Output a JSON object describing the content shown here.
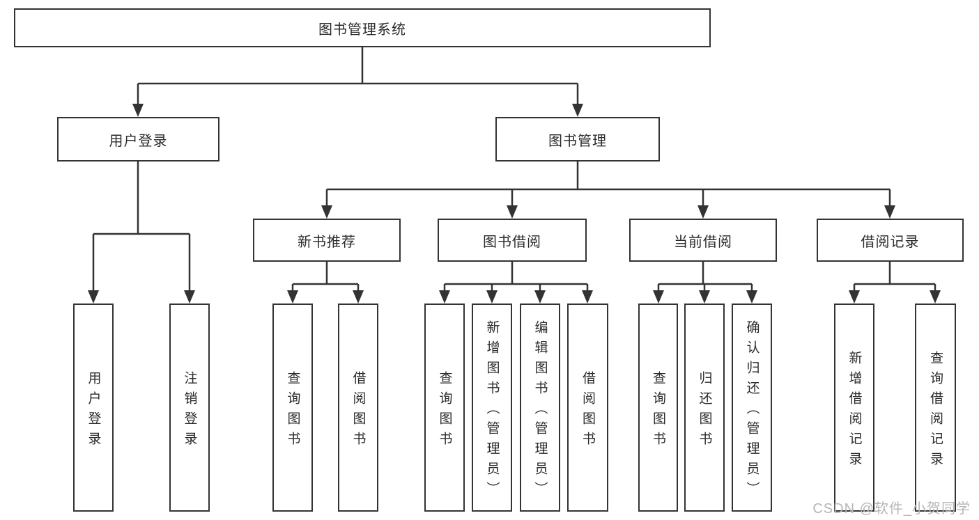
{
  "tree": {
    "root": {
      "label": "图书管理系统"
    },
    "children": [
      {
        "label": "用户登录",
        "children": [
          {
            "label": "用户登录"
          },
          {
            "label": "注销登录"
          }
        ]
      },
      {
        "label": "图书管理",
        "children": [
          {
            "label": "新书推荐",
            "children": [
              {
                "label": "查询图书"
              },
              {
                "label": "借阅图书"
              }
            ]
          },
          {
            "label": "图书借阅",
            "children": [
              {
                "label": "查询图书"
              },
              {
                "label": "新增图书（管理员）"
              },
              {
                "label": "编辑图书（管理员）"
              },
              {
                "label": "借阅图书"
              }
            ]
          },
          {
            "label": "当前借阅",
            "children": [
              {
                "label": "查询图书"
              },
              {
                "label": "归还图书"
              },
              {
                "label": "确认归还（管理员）"
              }
            ]
          },
          {
            "label": "借阅记录",
            "children": [
              {
                "label": "新增借阅记录"
              },
              {
                "label": "查询借阅记录"
              }
            ]
          }
        ]
      }
    ]
  },
  "watermark": "CSDN @软件_小贺同学",
  "colors": {
    "line": "#333333",
    "box_border": "#333333",
    "box_fill": "#ffffff",
    "text": "#2b2b2b",
    "watermark": "#b5b5b5",
    "background": "#ffffff"
  }
}
